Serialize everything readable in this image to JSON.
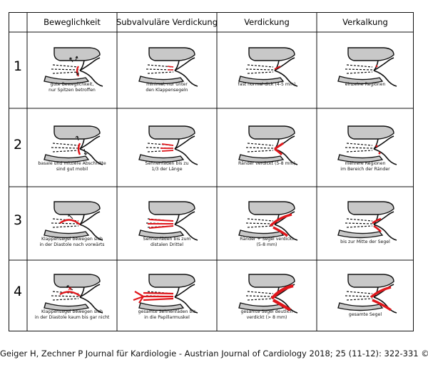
{
  "table": {
    "header": {
      "corner": "",
      "columns": [
        "Beweglichkeit",
        "Subvalvuläre Verdickung",
        "Verdickung",
        "Verkalkung"
      ]
    },
    "grades": [
      "1",
      "2",
      "3",
      "4"
    ],
    "captions": [
      [
        [
          "gute Beweglichkeit,",
          "nur Spitzen betroffen"
        ],
        [
          "minimal, nur unter",
          "den Klappensegeln"
        ],
        [
          "fast normal dick (4-5 mm)"
        ],
        [
          "einzelne Regionen"
        ]
      ],
      [
        [
          "basale und mittlere Abschnitte",
          "sind gut mobil"
        ],
        [
          "Sehnenfäden bis zu",
          "1/3 der Länge"
        ],
        [
          "Ränder verdickt (5-8 mm)"
        ],
        [
          "mehrere Regionen",
          "im Bereich der Ränder"
        ]
      ],
      [
        [
          "Klappensegel bewegen sich",
          "in der Diastole nach vorwärts"
        ],
        [
          "Sehnenfäden bis zum",
          "distalen Drittel"
        ],
        [
          "Ränder + Segel verdickt",
          "(5-8 mm)"
        ],
        [
          "bis zur Mitte der Segel"
        ]
      ],
      [
        [
          "Klappensegel bewegen sich",
          "in der Diastole kaum bis gar nicht"
        ],
        [
          "gesamte Sehnenfäden bis",
          "in die Papillarmuskel"
        ],
        [
          "gesamte Segel deutlich",
          "verdickt (> 8 mm)"
        ],
        [
          "gesamte Segel"
        ]
      ]
    ]
  },
  "colors": {
    "highlight": "#e0161b",
    "leaflet_fill": "#c8c8c8",
    "outline": "#111111"
  },
  "citation": "Geiger H, Zechner P Journal für Kardiologie - Austrian Journal of Cardiology 2018; 25 (11-12): 322-331 ©"
}
